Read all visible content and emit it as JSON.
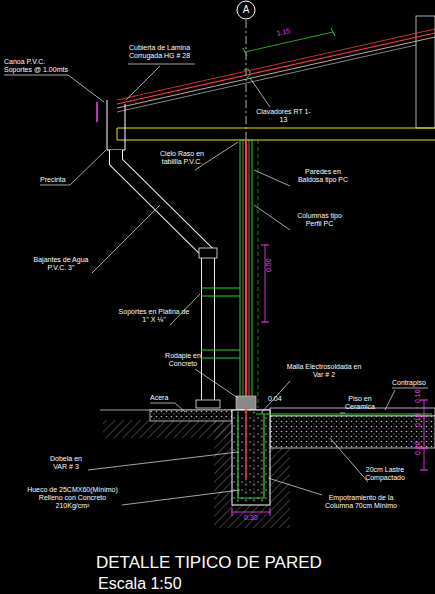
{
  "diagram": {
    "title": "DETALLE TIPICO DE PARED",
    "caption": "Escala 1:50",
    "nodes": [
      {
        "text": [
          "A"
        ]
      }
    ],
    "labels": [
      "Canoa P.V.C. Soportes @ 1.00mts",
      "Cubierta de Lamina Corrugada HG # 28",
      "1.15",
      "Clavadores RT 1-13",
      "Precinta",
      "Cielo Raso en tablilla P.V.C.",
      "Paredes en Baldosa tipo PC",
      "Columnas tipo Perfil PC",
      "Bajantes de Agua P.V.C. 3\"",
      "0.50",
      "Soportes en Platina de 1\" X ⅛\"",
      "Rodapie en Concreto",
      "Malla Electrosoldada en Var # 2",
      "0.04",
      "Acera",
      "Piso en Ceramica",
      "Contrapiso",
      "Dobela en VAR # 3",
      "Hueco de 25CMX60(Mínimo) Relleno con Concreto 210Kg/cm²",
      "20cm Lastre Compactado",
      "Empotramiento de la Columna 70cm Mínimo",
      "0.30",
      "0.10",
      "0.10",
      "0.20"
    ]
  }
}
